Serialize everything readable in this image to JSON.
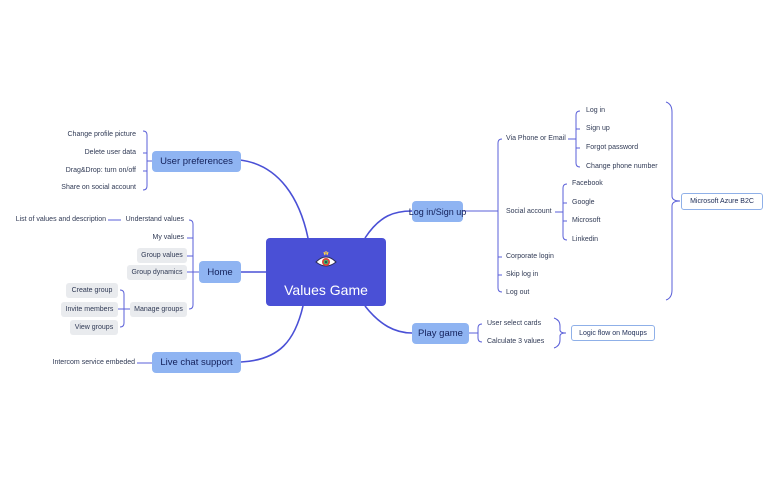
{
  "root": {
    "title": "Values Game",
    "icon": "eye-icon"
  },
  "user_preferences": {
    "label": "User preferences",
    "items": [
      "Change profile picture",
      "Delete user data",
      "Drag&Drop: turn on/off",
      "Share on social account"
    ]
  },
  "home": {
    "label": "Home",
    "understand_values": {
      "label": "Understand values",
      "child": "List of values and description"
    },
    "my_values": "My values",
    "group_values": "Group values",
    "group_dynamics": "Group dynamics",
    "manage_groups": {
      "label": "Manage groups",
      "items": [
        "Create group",
        "Invite members",
        "View groups"
      ]
    }
  },
  "live_chat": {
    "label": "Live chat support",
    "child": "Intercom service embeded"
  },
  "login": {
    "label": "Log in/Sign up",
    "via_phone": {
      "label": "Via Phone or Email",
      "items": [
        "Log in",
        "Sign up",
        "Forgot password",
        "Change phone number"
      ]
    },
    "social": {
      "label": "Social account",
      "items": [
        "Facebook",
        "Google",
        "Microsoft",
        "Linkedin"
      ]
    },
    "corporate": "Corporate login",
    "skip": "Skip log in",
    "logout": "Log out",
    "summary": "Microsoft Azure B2C"
  },
  "play": {
    "label": "Play game",
    "items": [
      "User select cards",
      "Calculate 3 values"
    ],
    "summary": "Logic flow on Moqups"
  },
  "colors": {
    "root": "#4a50d6",
    "branch": "#8fb4f2",
    "line": "#4a50d6",
    "subline": "#5a5fd8"
  }
}
